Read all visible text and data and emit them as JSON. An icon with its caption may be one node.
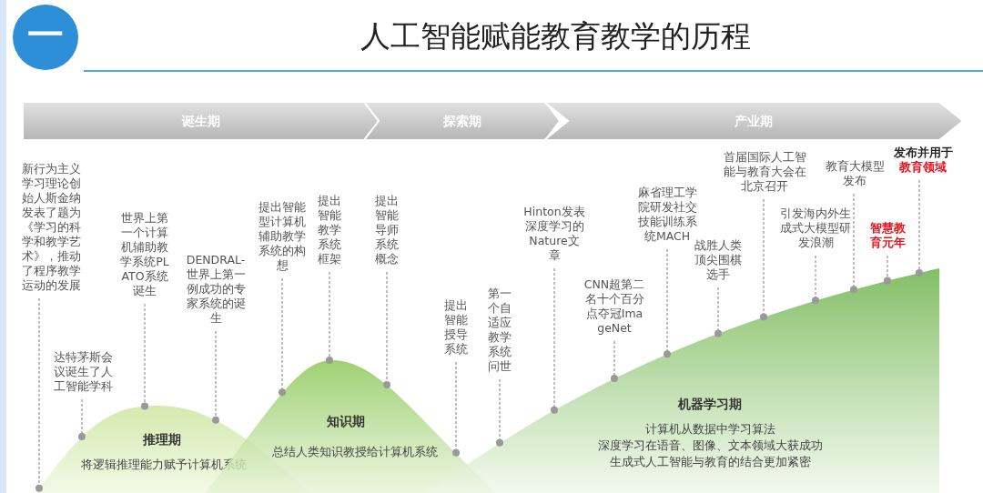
{
  "diagram": {
    "title": "人工智能赋能教育教学的历程",
    "nodes": [
      {
        "text": [
          "诞生期"
        ]
      },
      {
        "text": [
          "探索期"
        ]
      },
      {
        "text": [
          "产业期"
        ]
      },
      {
        "text": [
          "推理期",
          "将逻辑推理能力赋予计算机系统"
        ]
      },
      {
        "text": [
          "知识期",
          "总结人类知识教授给计算机系统"
        ]
      },
      {
        "text": [
          "机器学习期",
          "计算机从数据中学习算法",
          "深度学习在语音、图像、文本领域大获成功",
          "生成式人工智能与教育的结合更加紧密"
        ]
      },
      {
        "text": [
          "新行为主义学习理论创始人斯金纳发表了题为《学习的科学和教学艺术》，推动了程序教学运动的发展"
        ]
      },
      {
        "text": [
          "达特茅斯会议诞生了人工智能学科"
        ]
      },
      {
        "text": [
          "世界上第一个计算机辅助教学系统PLATO系统诞生"
        ]
      },
      {
        "text": [
          "DENDRAL-世界上第一例成功的专家系统的诞生"
        ]
      },
      {
        "text": [
          "提出智能型计算机辅助教学系统的构想"
        ]
      },
      {
        "text": [
          "提出智能教学系统框架"
        ]
      },
      {
        "text": [
          "提出智能导师系统概念"
        ]
      },
      {
        "text": [
          "提出智能授导系统"
        ]
      },
      {
        "text": [
          "第一个自适应教学系统问世"
        ]
      },
      {
        "text": [
          "Hinton发表深度学习的Nature文章"
        ]
      },
      {
        "text": [
          "CNN超第二名十个百分点夺冠ImageNet"
        ]
      },
      {
        "text": [
          "麻省理工学院研发社交技能训练系统MACH"
        ]
      },
      {
        "text": [
          "战胜人类顶尖围棋选手"
        ]
      },
      {
        "text": [
          "首届国际人工智能与教育大会在北京召开"
        ]
      },
      {
        "text": [
          "引发海内外生成式大模型研发浪潮"
        ]
      },
      {
        "text": [
          "教育大模型发布"
        ]
      },
      {
        "text": [
          "智慧教育元年"
        ]
      },
      {
        "text": [
          "发布并用于",
          "教育领域"
        ]
      }
    ],
    "edges": [
      {
        "from": 6,
        "to": 3,
        "arrow": "other"
      },
      {
        "from": 7,
        "to": 3,
        "arrow": "other"
      },
      {
        "from": 8,
        "to": 3,
        "arrow": "other"
      },
      {
        "from": 9,
        "to": 3,
        "arrow": "other"
      },
      {
        "from": 10,
        "to": 4,
        "arrow": "other"
      },
      {
        "from": 11,
        "to": 4,
        "arrow": "other"
      },
      {
        "from": 12,
        "to": 4,
        "arrow": "other"
      },
      {
        "from": 13,
        "to": 4,
        "arrow": "other"
      },
      {
        "from": 14,
        "to": 5,
        "arrow": "other"
      },
      {
        "from": 15,
        "to": 5,
        "arrow": "other"
      },
      {
        "from": 16,
        "to": 5,
        "arrow": "other"
      },
      {
        "from": 17,
        "to": 5,
        "arrow": "other"
      },
      {
        "from": 18,
        "to": 5,
        "arrow": "other"
      },
      {
        "from": 19,
        "to": 5,
        "arrow": "other"
      },
      {
        "from": 20,
        "to": 5,
        "arrow": "other"
      },
      {
        "from": 21,
        "to": 5,
        "arrow": "other"
      },
      {
        "from": 22,
        "to": 5,
        "arrow": "other"
      },
      {
        "from": 23,
        "to": 5,
        "arrow": "other"
      }
    ],
    "labels": [
      "一"
    ]
  }
}
